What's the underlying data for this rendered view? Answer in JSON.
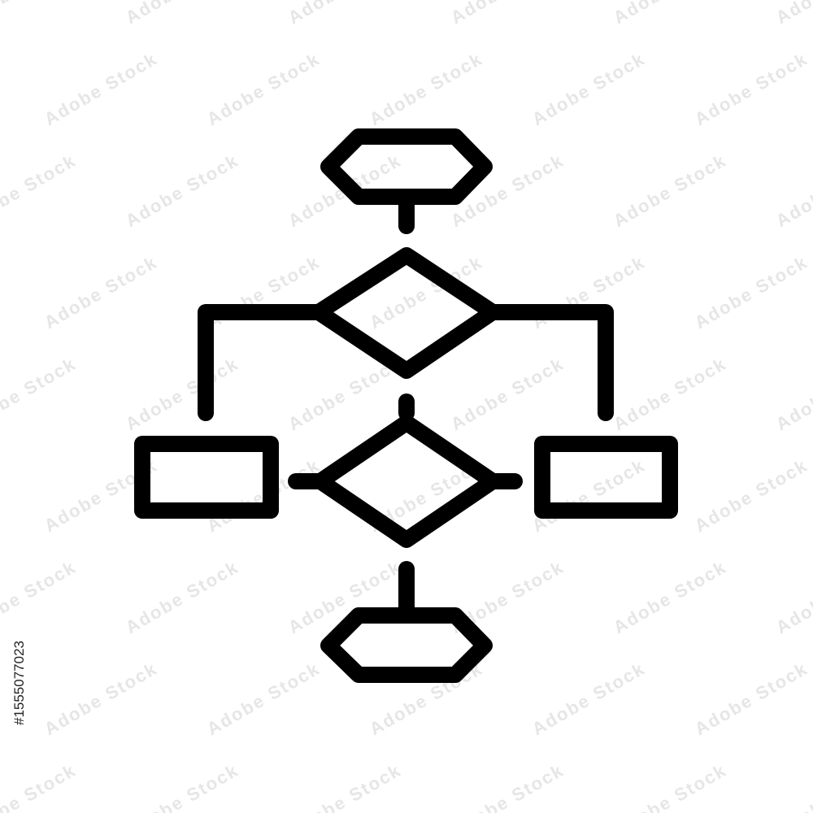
{
  "colors": {
    "stroke": "#000000",
    "background": "#ffffff",
    "watermark": "#e6e6e6"
  },
  "watermark": {
    "text": "Adobe Stock"
  },
  "stock_id": {
    "text": "#1555077023"
  },
  "diagram": {
    "nodes": [
      {
        "id": "start",
        "shape": "hexagon"
      },
      {
        "id": "decision-1",
        "shape": "diamond"
      },
      {
        "id": "process-left",
        "shape": "rectangle"
      },
      {
        "id": "decision-2",
        "shape": "diamond"
      },
      {
        "id": "process-right",
        "shape": "rectangle"
      },
      {
        "id": "end",
        "shape": "hexagon"
      }
    ]
  }
}
